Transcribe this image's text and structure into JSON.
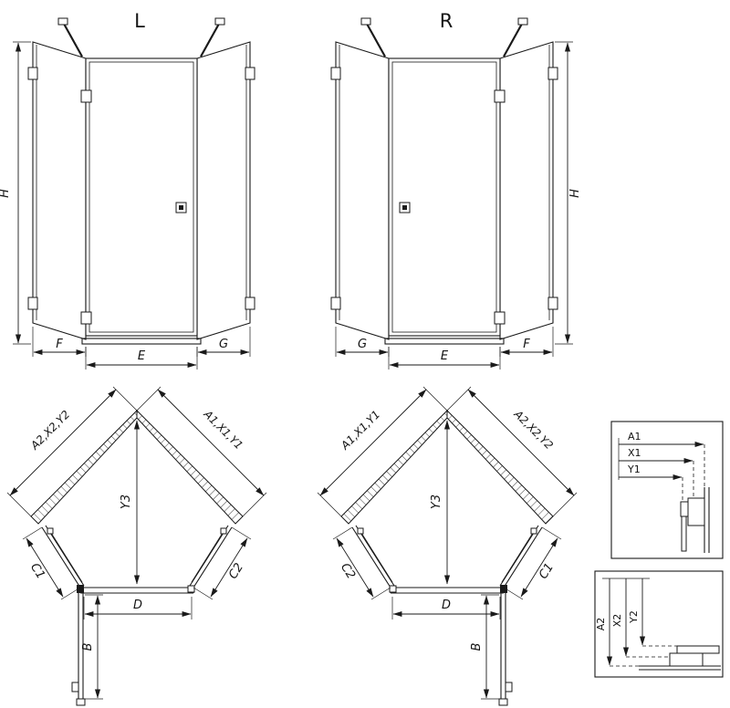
{
  "colors": {
    "line": "#1a1a1a",
    "background": "#ffffff"
  },
  "front_left": {
    "label": "L",
    "h": "H",
    "f": "F",
    "e": "E",
    "g": "G"
  },
  "front_right": {
    "label": "R",
    "h": "H",
    "g": "G",
    "e": "E",
    "f": "F"
  },
  "plan_left": {
    "wall_left": "A2,X2,Y2",
    "wall_right": "A1,X1,Y1",
    "y3": "Y3",
    "c_left": "C1",
    "c_right": "C2",
    "d": "D",
    "b": "B"
  },
  "plan_right": {
    "wall_left": "A1,X1,Y1",
    "wall_right": "A2,X2,Y2",
    "y3": "Y3",
    "c_left": "C2",
    "c_right": "C1",
    "d": "D",
    "b": "B"
  },
  "detail_top": {
    "dim_a": "A1",
    "dim_x": "X1",
    "dim_y": "Y1"
  },
  "detail_bottom": {
    "dim_a": "A2",
    "dim_x": "X2",
    "dim_y": "Y2"
  }
}
